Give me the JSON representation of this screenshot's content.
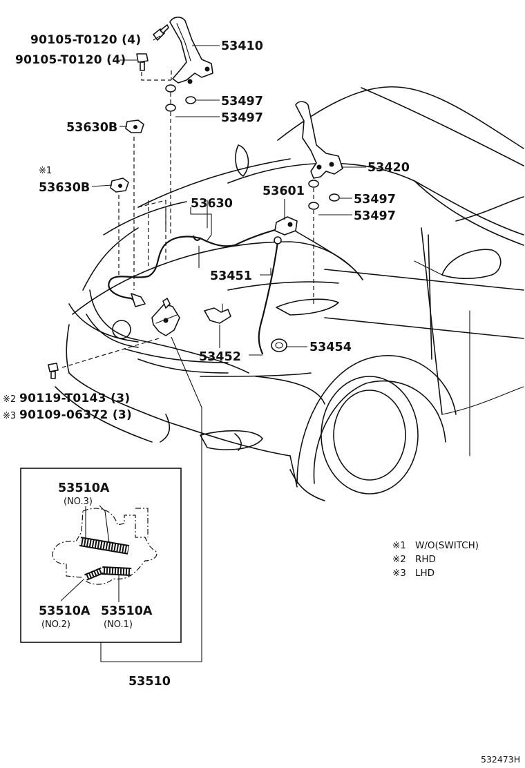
{
  "diagram": {
    "parts": {
      "bolt_upper": "90105-T0120 (4)",
      "bolt_lower": "90105-T0120 (4)",
      "hinge_left": "53410",
      "washer_l1": "53497",
      "washer_l2": "53497",
      "hinge_right": "53420",
      "washer_r1": "53497",
      "washer_r2": "53497",
      "clamp_upper": "53630B",
      "clamp_lower": "53630B",
      "clamp_lower_mark": "※1",
      "cable_assy": "53630",
      "support_rod_holder": "53601",
      "support_rod": "53451",
      "rod_holder": "53452",
      "cushion": "53454",
      "screw_rhd": "90119-T0143 (3)",
      "screw_rhd_mark": "※2",
      "screw_lhd": "90109-06372 (3)",
      "screw_lhd_mark": "※3",
      "lock_assy": "53510"
    },
    "inset": {
      "spring_no3_code": "53510A",
      "spring_no3_sub": "(NO.3)",
      "spring_no2_code": "53510A",
      "spring_no2_sub": "(NO.2)",
      "spring_no1_code": "53510A",
      "spring_no1_sub": "(NO.1)"
    },
    "legend": [
      {
        "mark": "※1",
        "text": "W/O(SWITCH)"
      },
      {
        "mark": "※2",
        "text": "RHD"
      },
      {
        "mark": "※3",
        "text": "LHD"
      }
    ],
    "ref_code": "532473H"
  }
}
